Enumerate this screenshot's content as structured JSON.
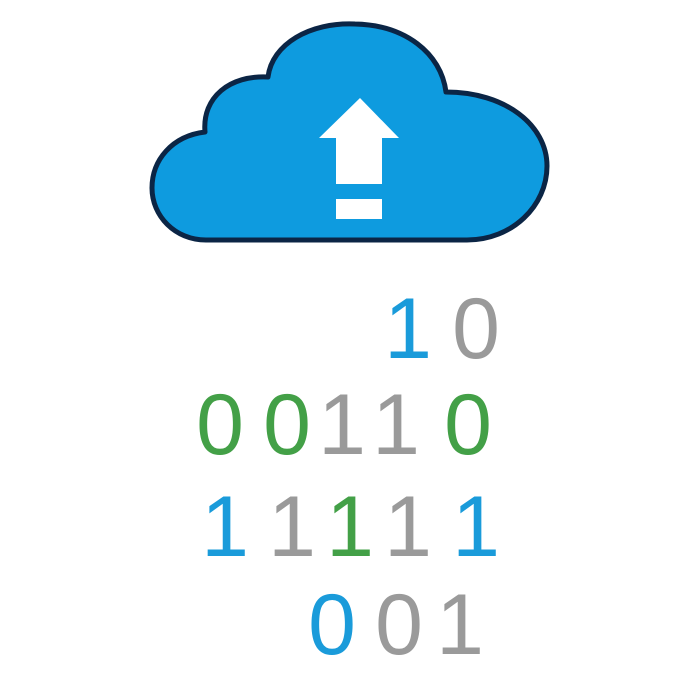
{
  "colors": {
    "cloud_fill": "#0E9BDF",
    "cloud_outline": "#0B2545",
    "arrow": "#FFFFFF",
    "blue": "#1A9BDA",
    "green": "#43A047",
    "gray": "#9A9A9A"
  },
  "icon": {
    "name": "cloud-upload-icon"
  },
  "binary_rows": [
    {
      "digits": [
        {
          "char": "1",
          "color": "blue"
        },
        {
          "char": "0",
          "color": "gray"
        }
      ]
    },
    {
      "digits": [
        {
          "char": "0",
          "color": "green"
        },
        {
          "char": "0",
          "color": "green"
        },
        {
          "char": "1",
          "color": "gray"
        },
        {
          "char": "1",
          "color": "gray"
        },
        {
          "char": "0",
          "color": "green"
        }
      ]
    },
    {
      "digits": [
        {
          "char": "1",
          "color": "blue"
        },
        {
          "char": "1",
          "color": "gray"
        },
        {
          "char": "1",
          "color": "green"
        },
        {
          "char": "1",
          "color": "gray"
        },
        {
          "char": "1",
          "color": "blue"
        }
      ]
    },
    {
      "digits": [
        {
          "char": "0",
          "color": "blue"
        },
        {
          "char": "0",
          "color": "gray"
        },
        {
          "char": "1",
          "color": "gray"
        }
      ]
    }
  ]
}
